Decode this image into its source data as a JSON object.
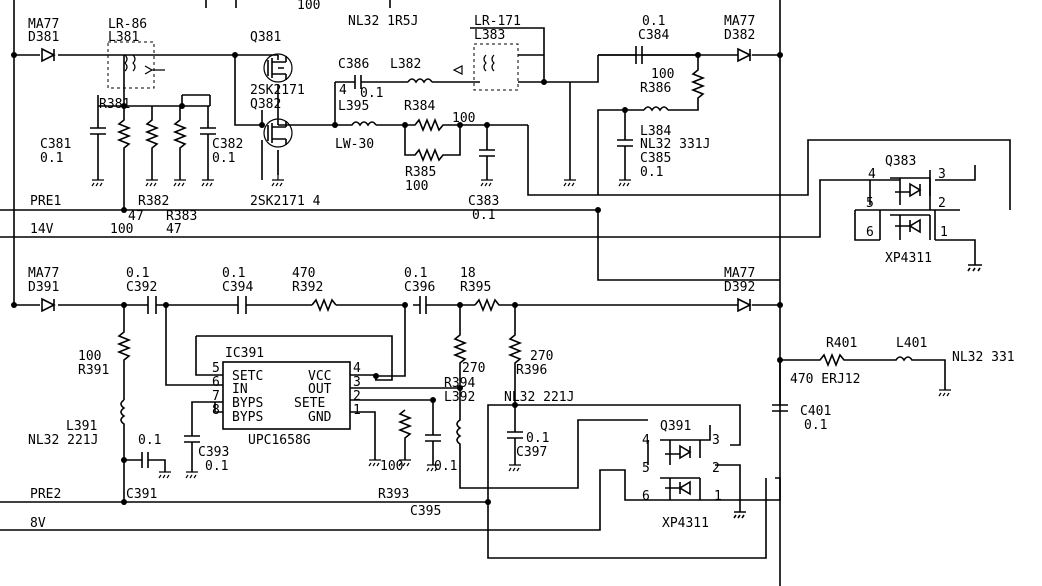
{
  "labels": {
    "top_cut": "100",
    "d381_type": "MA77",
    "d381_ref": "D381",
    "l381_type": "LR-86",
    "l381_ref": "L381",
    "q381_ref": "Q381",
    "q381_part": "2SK2171",
    "q382_ref": "Q382",
    "q382_part": "2SK2171 4",
    "c386_ref": "C386",
    "c386_val": "0.1",
    "c386_pin": "4",
    "l382_type": "NL32 1R5J",
    "l382_ref": "L382",
    "l383_type": "LR-171",
    "l383_ref": "L383",
    "c384_val": "0.1",
    "c384_ref": "C384",
    "d382_type": "MA77",
    "d382_ref": "D382",
    "r386_val": "100",
    "r386_ref": "R386",
    "r381_ref": "R381",
    "r381_val": "47",
    "l395_ref": "L395",
    "l395_type": "LW-30",
    "r384_ref": "R384",
    "r384_val": "100",
    "r385_ref": "R385",
    "r385_val": "100",
    "c381_ref": "C381",
    "c381_val": "0.1",
    "c382_ref": "C382",
    "c382_val": "0.1",
    "r382_ref": "R382",
    "r382_val": "100",
    "r383_ref": "R383",
    "r383_val": "47",
    "l384_ref": "L384",
    "l384_type": "NL32 331J",
    "c385_ref": "C385",
    "c385_val": "0.1",
    "c383_ref": "C383",
    "c383_val": "0.1",
    "pre1": "PRE1",
    "v14": "14V",
    "q383_ref": "Q383",
    "q383_part": "XP4311",
    "p4": "4",
    "p3": "3",
    "p5": "5",
    "p2": "2",
    "p6": "6",
    "p1": "1",
    "d391_type": "MA77",
    "d391_ref": "D391",
    "c392_val": "0.1",
    "c392_ref": "C392",
    "c394_val": "0.1",
    "c394_ref": "C394",
    "r392_val": "470",
    "r392_ref": "R392",
    "c396_val": "0.1",
    "c396_ref": "C396",
    "r395_val": "18",
    "r395_ref": "R395",
    "d392_type": "MA77",
    "d392_ref": "D392",
    "r391_val": "100",
    "r391_ref": "R391",
    "ic391_ref": "IC391",
    "ic391_part": "UPC1658G",
    "ic_setc": "SETC",
    "ic_in": "IN",
    "ic_byps1": "BYPS",
    "ic_byps2": "BYPS",
    "ic_vcc": "VCC",
    "ic_out": "OUT",
    "ic_sete": "SETE",
    "ic_gnd": "GND",
    "ic_p5": "5",
    "ic_p6": "6",
    "ic_p7": "7",
    "ic_p8": "8",
    "ic_p4": "4",
    "ic_p3": "3",
    "ic_p2": "2",
    "ic_p1": "1",
    "r394_val": "270",
    "r394_ref": "R394",
    "r396_val": "270",
    "r396_ref": "R396",
    "l392b_ref": "L392",
    "l392b_type": "NL32 221J",
    "l391_ref": "L391",
    "l391_type": "NL32 221J",
    "c391_val": "0.1",
    "c391_ref": "C391",
    "c393_ref": "C393",
    "c393_val": "0.1",
    "r393_val": "100",
    "r393_ref": "R393",
    "c395_val": "0.1",
    "c395_ref": "C395",
    "c397_val": "0.1",
    "c397_ref": "C397",
    "pre2": "PRE2",
    "v8": "8V",
    "q391_ref": "Q391",
    "q391_part": "XP4311",
    "r401_ref": "R401",
    "r401_val": "470 ERJ12",
    "l401_ref": "L401",
    "l401_type": "NL32 331",
    "c401_ref": "C401",
    "c401_val": "0.1"
  }
}
